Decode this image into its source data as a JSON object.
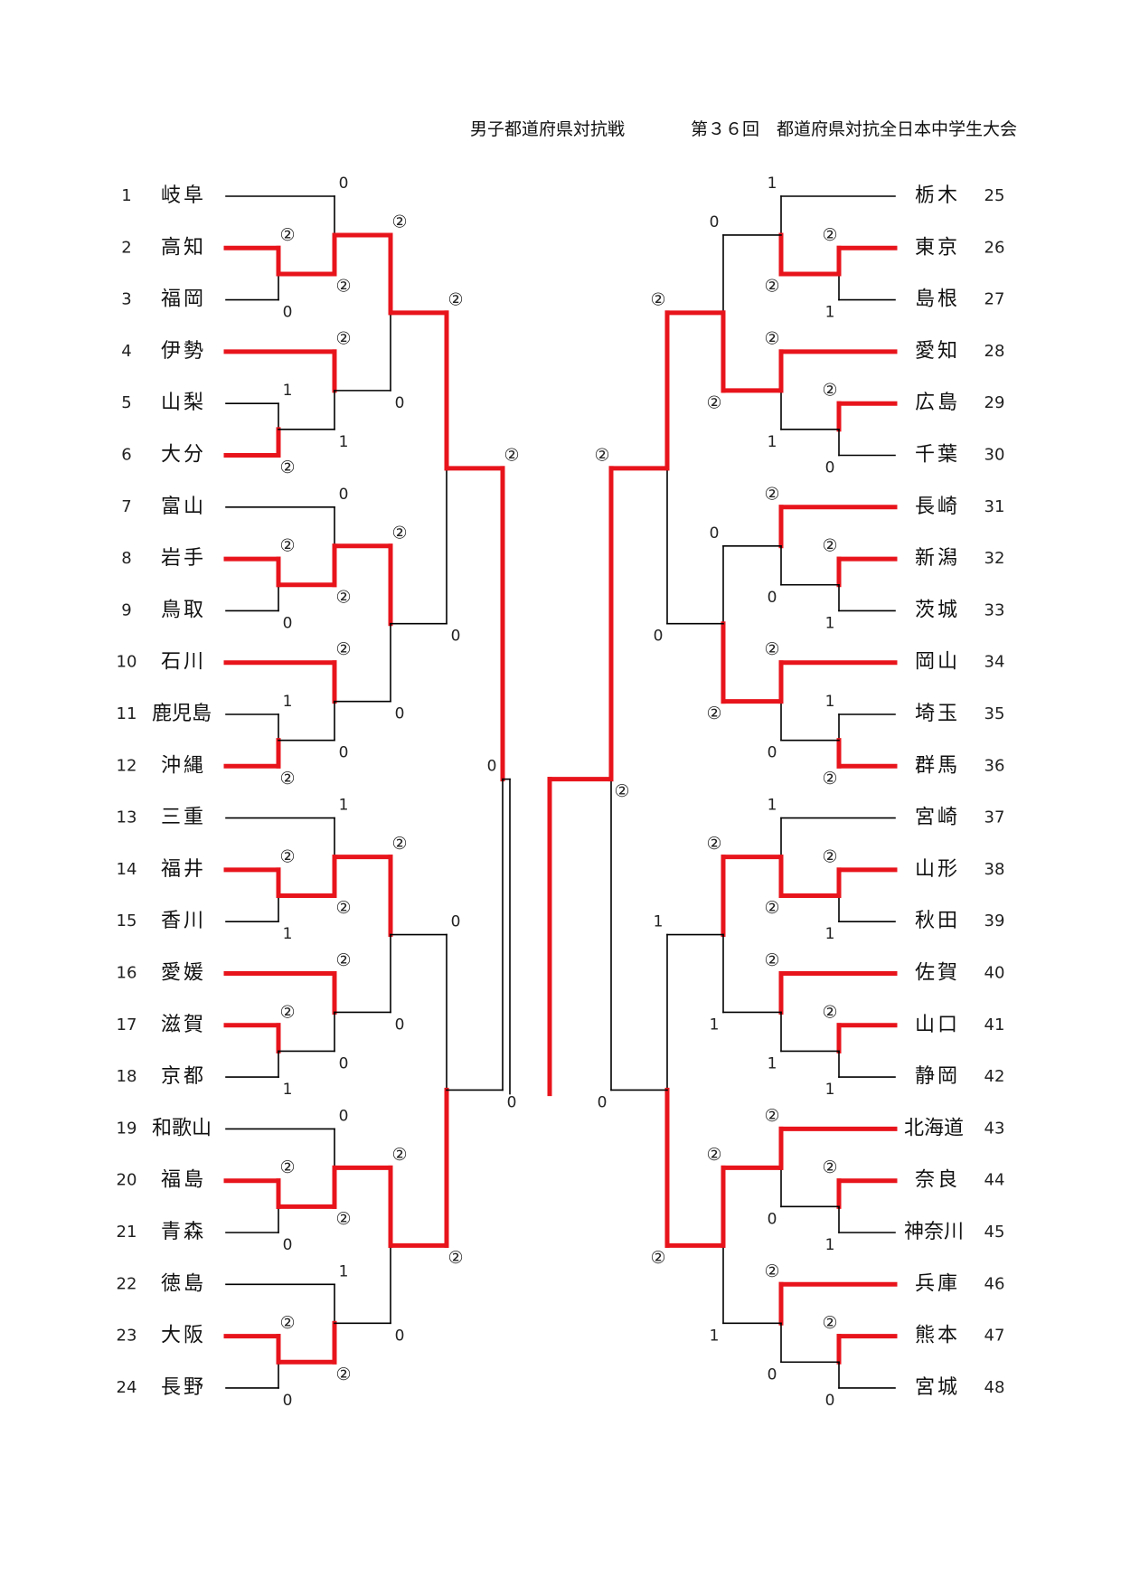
{
  "header": {
    "title": "男子都道府県対抗戦",
    "subtitle": "第３６回　都道府県対抗全日本中学生大会"
  },
  "colors": {
    "winner_line": "#e8141c",
    "line": "#000000"
  },
  "teams_left": [
    {
      "num": "1",
      "name": "岐阜"
    },
    {
      "num": "2",
      "name": "高知"
    },
    {
      "num": "3",
      "name": "福岡"
    },
    {
      "num": "4",
      "name": "伊勢"
    },
    {
      "num": "5",
      "name": "山梨"
    },
    {
      "num": "6",
      "name": "大分"
    },
    {
      "num": "7",
      "name": "富山"
    },
    {
      "num": "8",
      "name": "岩手"
    },
    {
      "num": "9",
      "name": "鳥取"
    },
    {
      "num": "10",
      "name": "石川"
    },
    {
      "num": "11",
      "name": "鹿児島"
    },
    {
      "num": "12",
      "name": "沖縄"
    },
    {
      "num": "13",
      "name": "三重"
    },
    {
      "num": "14",
      "name": "福井"
    },
    {
      "num": "15",
      "name": "香川"
    },
    {
      "num": "16",
      "name": "愛媛"
    },
    {
      "num": "17",
      "name": "滋賀"
    },
    {
      "num": "18",
      "name": "京都"
    },
    {
      "num": "19",
      "name": "和歌山"
    },
    {
      "num": "20",
      "name": "福島"
    },
    {
      "num": "21",
      "name": "青森"
    },
    {
      "num": "22",
      "name": "徳島"
    },
    {
      "num": "23",
      "name": "大阪"
    },
    {
      "num": "24",
      "name": "長野"
    }
  ],
  "teams_right": [
    {
      "num": "25",
      "name": "栃木"
    },
    {
      "num": "26",
      "name": "東京"
    },
    {
      "num": "27",
      "name": "島根"
    },
    {
      "num": "28",
      "name": "愛知"
    },
    {
      "num": "29",
      "name": "広島"
    },
    {
      "num": "30",
      "name": "千葉"
    },
    {
      "num": "31",
      "name": "長崎"
    },
    {
      "num": "32",
      "name": "新潟"
    },
    {
      "num": "33",
      "name": "茨城"
    },
    {
      "num": "34",
      "name": "岡山"
    },
    {
      "num": "35",
      "name": "埼玉"
    },
    {
      "num": "36",
      "name": "群馬"
    },
    {
      "num": "37",
      "name": "宮崎"
    },
    {
      "num": "38",
      "name": "山形"
    },
    {
      "num": "39",
      "name": "秋田"
    },
    {
      "num": "40",
      "name": "佐賀"
    },
    {
      "num": "41",
      "name": "山口"
    },
    {
      "num": "42",
      "name": "静岡"
    },
    {
      "num": "43",
      "name": "北海道"
    },
    {
      "num": "44",
      "name": "奈良"
    },
    {
      "num": "45",
      "name": "神奈川"
    },
    {
      "num": "46",
      "name": "兵庫"
    },
    {
      "num": "47",
      "name": "熊本"
    },
    {
      "num": "48",
      "name": "宮城"
    }
  ],
  "left_groups": [
    {
      "r1": [
        "②",
        "0"
      ],
      "r2": [
        "0",
        "②"
      ],
      "r3": [
        "②",
        "0"
      ]
    },
    {
      "r1": [
        "1",
        "②"
      ],
      "r2": [
        "②",
        "1"
      ],
      "r3": [
        "0",
        "②"
      ]
    },
    {
      "r1": [
        "②",
        "0"
      ],
      "r2": [
        "0",
        "②"
      ],
      "r3": [
        "②",
        "0"
      ]
    },
    {
      "r1": [
        "1",
        "②"
      ],
      "r2": [
        "②",
        "0"
      ],
      "r3": [
        "0",
        "1"
      ]
    },
    {
      "r1": [
        "②",
        "1"
      ],
      "r2": [
        "1",
        "②"
      ],
      "r3": [
        "②",
        "0"
      ]
    },
    {
      "r1": [
        "②",
        "1"
      ],
      "r2": [
        "②",
        "0"
      ],
      "r3": [
        "0",
        "1"
      ]
    },
    {
      "r1": [
        "②",
        "0"
      ],
      "r2": [
        "0",
        "②"
      ],
      "r3": [
        "②",
        "0"
      ]
    },
    {
      "r1": [
        "②",
        "0"
      ],
      "r2": [
        "1",
        "②"
      ],
      "r3": [
        "0",
        "②"
      ]
    }
  ],
  "right_groups": [
    {
      "r1": [
        "②",
        "1"
      ],
      "r2": [
        "1",
        "②"
      ],
      "r3": [
        "0",
        "②"
      ]
    },
    {
      "r1": [
        "②",
        "0"
      ],
      "r2": [
        "②",
        "1"
      ],
      "r3": [
        "②",
        "②"
      ]
    },
    {
      "r1": [
        "②",
        "1"
      ],
      "r2": [
        "②",
        "0"
      ],
      "r3": [
        "0",
        "②"
      ]
    },
    {
      "r1": [
        "1",
        "②"
      ],
      "r2": [
        "②",
        "0"
      ],
      "r3": [
        "②",
        "0"
      ]
    },
    {
      "r1": [
        "②",
        "1"
      ],
      "r2": [
        "1",
        "②"
      ],
      "r3": [
        "②",
        "1"
      ]
    },
    {
      "r1": [
        "②",
        "1"
      ],
      "r2": [
        "②",
        "1"
      ],
      "r3": [
        "1",
        "1"
      ]
    },
    {
      "r1": [
        "②",
        "1"
      ],
      "r2": [
        "②",
        "0"
      ],
      "r3": [
        "②",
        "②"
      ]
    },
    {
      "r1": [
        "②",
        "0"
      ],
      "r2": [
        "②",
        "0"
      ],
      "r3": [
        "1",
        "0"
      ]
    }
  ],
  "left_r4": [
    [
      "②",
      "0"
    ],
    [
      "0",
      "②"
    ]
  ],
  "right_r4": [
    [
      "②",
      "0"
    ],
    [
      "1",
      "②"
    ]
  ],
  "left_r5": [
    "②",
    "0"
  ],
  "right_r5": [
    "②",
    "0"
  ],
  "semis": {
    "left": "0",
    "right": "②"
  }
}
